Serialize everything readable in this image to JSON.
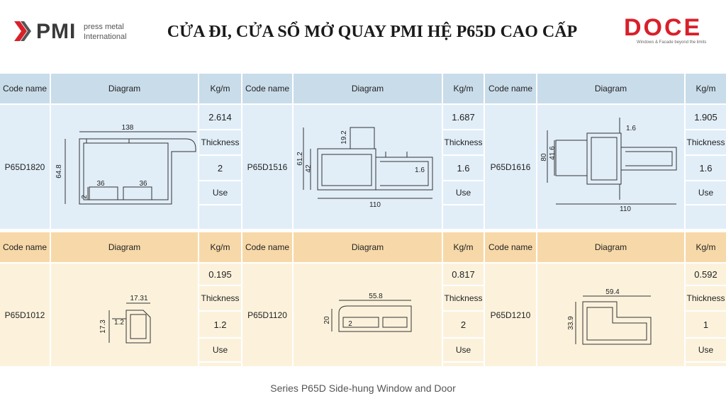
{
  "header": {
    "pmi_logo": {
      "word": "PMI",
      "line1": "press metal",
      "line2": "International"
    },
    "title": "CỬA ĐI, CỬA SỔ MỞ QUAY PMI HỆ P65D CAO CẤP",
    "doce_logo": {
      "word": "DOCE",
      "tagline": "Windows & Facade beyond the limits"
    }
  },
  "columns": {
    "code": "Code name",
    "diagram": "Diagram",
    "kg": "Kg/m"
  },
  "labels": {
    "thickness": "Thickness",
    "use": "Use"
  },
  "products": [
    {
      "code": "P65D1820",
      "kg": "2.614",
      "thickness": "2",
      "dims": [
        "138",
        "64.8",
        "36",
        "36",
        "2"
      ]
    },
    {
      "code": "P65D1516",
      "kg": "1.687",
      "thickness": "1.6",
      "dims": [
        "19.2",
        "61.2",
        "42",
        "1.6",
        "110"
      ]
    },
    {
      "code": "P65D1616",
      "kg": "1.905",
      "thickness": "1.6",
      "dims": [
        "1.6",
        "80",
        "41.6",
        "110"
      ]
    },
    {
      "code": "P65D1012",
      "kg": "0.195",
      "thickness": "1.2",
      "dims": [
        "17.31",
        "17.3",
        "1.2"
      ]
    },
    {
      "code": "P65D1120",
      "kg": "0.817",
      "thickness": "2",
      "dims": [
        "55.8",
        "20",
        "2"
      ]
    },
    {
      "code": "P65D1210",
      "kg": "0.592",
      "thickness": "1",
      "dims": [
        "59.4",
        "33.9"
      ]
    }
  ],
  "footer": "Series P65D Side-hung Window and Door",
  "colors": {
    "header_blue": "#c9dcea",
    "body_blue": "#e1eef8",
    "header_orange": "#f7d9a9",
    "body_orange": "#fcf2dc",
    "brand_red": "#d8202a"
  }
}
